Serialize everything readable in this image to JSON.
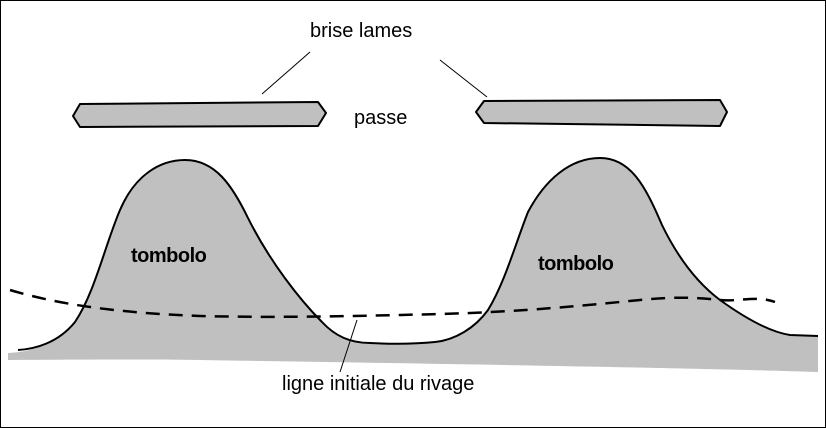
{
  "labels": {
    "breakwaters": "brise lames",
    "gap": "passe",
    "tombolo_left": "tombolo",
    "tombolo_right": "tombolo",
    "initial_shoreline": "ligne initiale du rivage"
  },
  "colors": {
    "fill": "#c0c0c0",
    "stroke": "#000000",
    "background": "#ffffff"
  }
}
